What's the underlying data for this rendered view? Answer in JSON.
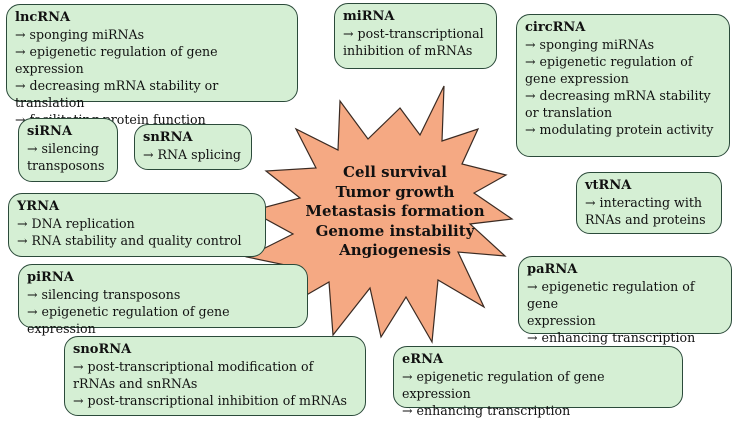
{
  "center": {
    "lines": [
      "Cell survival",
      "Tumor growth",
      "Metastasis formation",
      "Genome instability",
      "Angiogenesis"
    ],
    "star_color": "#f5a983"
  },
  "boxes": {
    "lncrna": {
      "title": "lncRNA",
      "lines": [
        "→ sponging miRNAs",
        "→ epigenetic regulation of gene expression",
        "→ decreasing mRNA stability or translation",
        "→ facilitating protein function"
      ]
    },
    "mirna": {
      "title": "miRNA",
      "lines": [
        "→ post-transcriptional",
        "inhibition of mRNAs"
      ]
    },
    "circrna": {
      "title": "circRNA",
      "lines": [
        "→ sponging miRNAs",
        "→ epigenetic regulation of",
        "gene expression",
        "→ decreasing mRNA stability",
        "or translation",
        "→ modulating protein activity"
      ]
    },
    "sirna": {
      "title": "siRNA",
      "lines": [
        "→ silencing",
        "transposons"
      ]
    },
    "snrna": {
      "title": "snRNA",
      "lines": [
        "→ RNA splicing"
      ]
    },
    "vtrna": {
      "title": "vtRNA",
      "lines": [
        "→ interacting with",
        "RNAs and proteins"
      ]
    },
    "yrna": {
      "title": "YRNA",
      "lines": [
        "→ DNA replication",
        "→ RNA stability and quality control"
      ]
    },
    "pirna": {
      "title": "piRNA",
      "lines": [
        "→ silencing transposons",
        "→ epigenetic regulation of gene expression"
      ]
    },
    "parna": {
      "title": "paRNA",
      "lines": [
        "→ epigenetic regulation of gene",
        "expression",
        "→ enhancing transcription"
      ]
    },
    "snorna": {
      "title": "snoRNA",
      "lines": [
        "→ post-transcriptional modification of",
        "rRNAs and snRNAs",
        "→ post-transcriptional inhibition of mRNAs"
      ]
    },
    "erna": {
      "title": "eRNA",
      "lines": [
        "→ epigenetic regulation of gene expression",
        "→ enhancing transcription"
      ]
    }
  }
}
